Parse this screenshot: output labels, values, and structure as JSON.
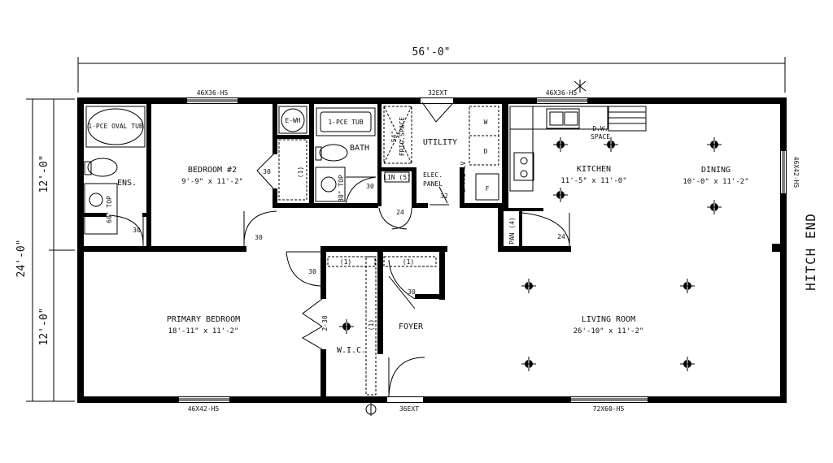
{
  "dimensions": {
    "overall_width": "56'-0\"",
    "overall_depth": "24'-0\"",
    "half_depth_top": "12'-0\"",
    "half_depth_bottom": "12'-0\""
  },
  "hitch": "HITCH END",
  "rooms": {
    "bedroom2": {
      "name": "BEDROOM #2",
      "dims": "9'-9\" x 11'-2\""
    },
    "primary": {
      "name": "PRIMARY BEDROOM",
      "dims": "18'-11\" x 11'-2\""
    },
    "kitchen": {
      "name": "KITCHEN",
      "dims": "11'-5\" x 11'-0\""
    },
    "dining": {
      "name": "DINING",
      "dims": "10'-0\" x 11'-2\""
    },
    "living": {
      "name": "LIVING ROOM",
      "dims": "26'-10\" x 11'-2\""
    },
    "bath": {
      "name": "BATH"
    },
    "ens": {
      "name": "ENS."
    },
    "utility": {
      "name": "UTILITY"
    },
    "foyer": {
      "name": "FOYER"
    },
    "wic": {
      "name": "W.I.C."
    },
    "elec": {
      "line1": "ELEC.",
      "line2": "PANEL"
    }
  },
  "fixtures": {
    "oval_tub": "1-PCE OVAL TUB",
    "tub": "1-PCE TUB",
    "water_heater": "E-WH",
    "frig_space_1": "54\"",
    "frig_space_2": "FRIG.SPACE",
    "dw_1": "D.W.",
    "dw_2": "SPACE",
    "lin": "LIN (5)",
    "pan": "PAN (4)",
    "opt": "OPT.24LV",
    "top60": "60\" TOP",
    "top30": "30\" TOP",
    "washer": "W",
    "dryer": "D",
    "freezer": "F"
  },
  "windows": {
    "bed2": "46X36-H5",
    "kitchen": "46X36-H5",
    "dining": "46X42-H5",
    "primary": "46X42-H5",
    "living": "72X60-H5"
  },
  "doors": {
    "ext_top": "32EXT",
    "ext_bottom": "36EXT",
    "d30": "30",
    "d24": "24",
    "d32": "32",
    "wic_door": "2-30",
    "shelf1": "(1)"
  }
}
